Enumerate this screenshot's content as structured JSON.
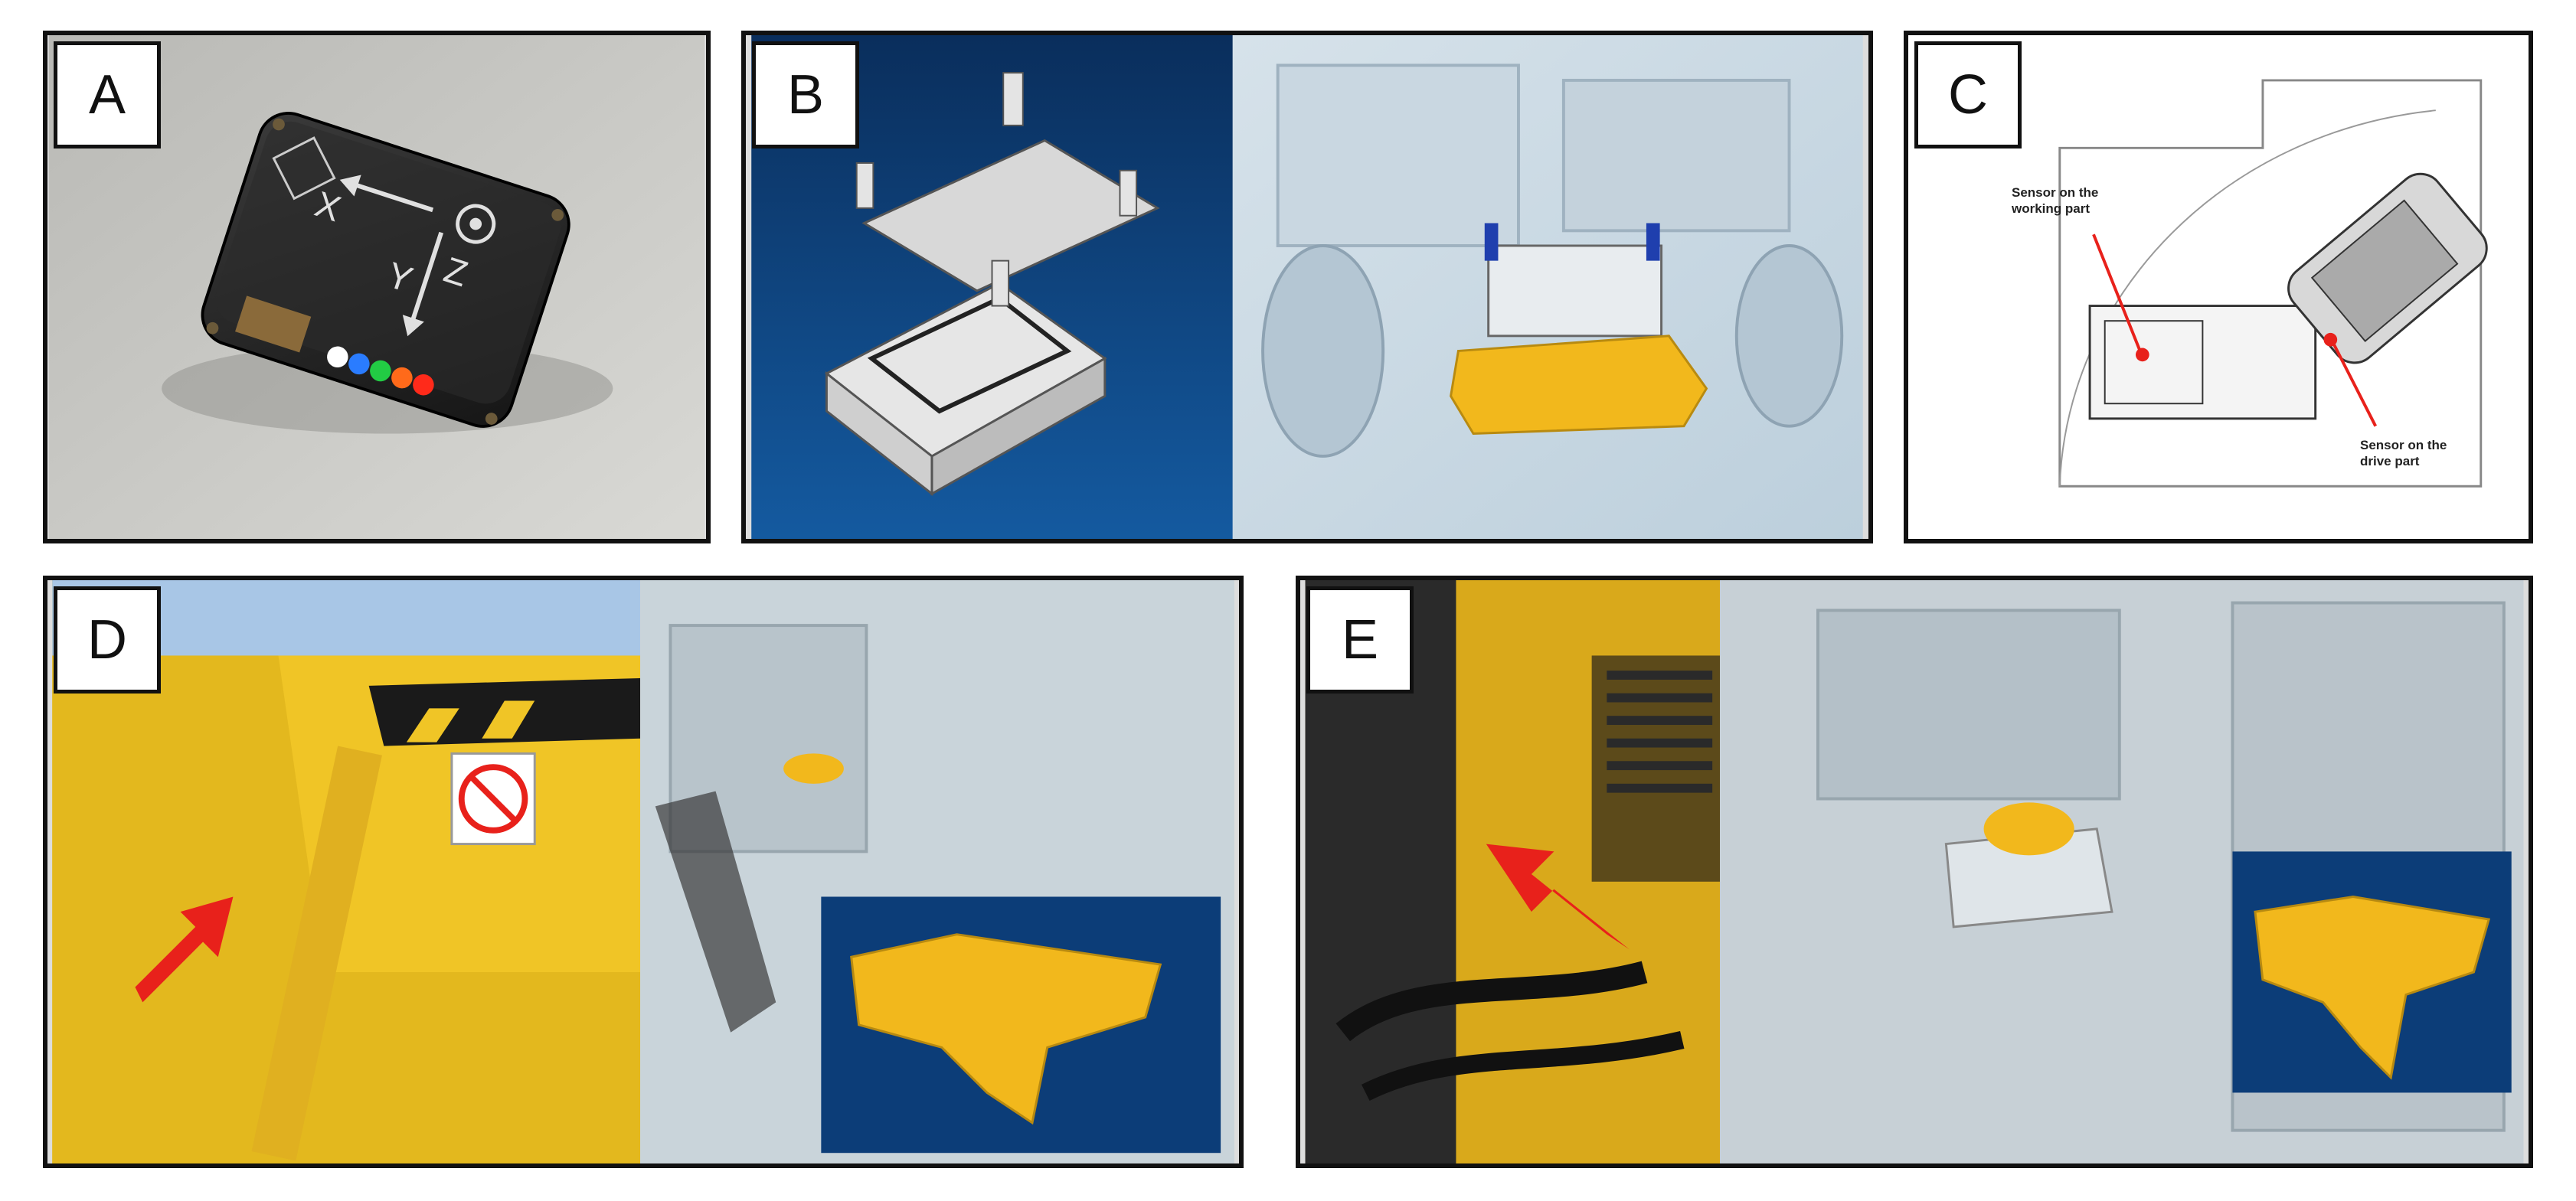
{
  "figure": {
    "panels": [
      {
        "id": "A",
        "label": "A",
        "content": "photo of sensor device with X, Y, Z axis markings and colored LEDs"
      },
      {
        "id": "B",
        "label": "B",
        "content": "exploded CAD view of sensor mount and mounting location on machine"
      },
      {
        "id": "C",
        "label": "C",
        "content": "technical drawing of articulated machine with sensor positions"
      },
      {
        "id": "D",
        "label": "D",
        "content": "photo of yellow machine with red arrow and CAD view of yellow bracket"
      },
      {
        "id": "E",
        "label": "E",
        "content": "photo of machine wiring with red arrow and CAD view of yellow bracket"
      }
    ],
    "device_axes": {
      "x": "X",
      "y": "Y",
      "z": "Z"
    },
    "annotations": {
      "working_part": "Sensor on the working part",
      "drive_part": "Sensor on the drive part"
    },
    "colors": {
      "bracket": "#f2b81c",
      "arrow": "#e8211b",
      "frame": "#111111",
      "cad_bg": "#0b3f7a"
    }
  }
}
